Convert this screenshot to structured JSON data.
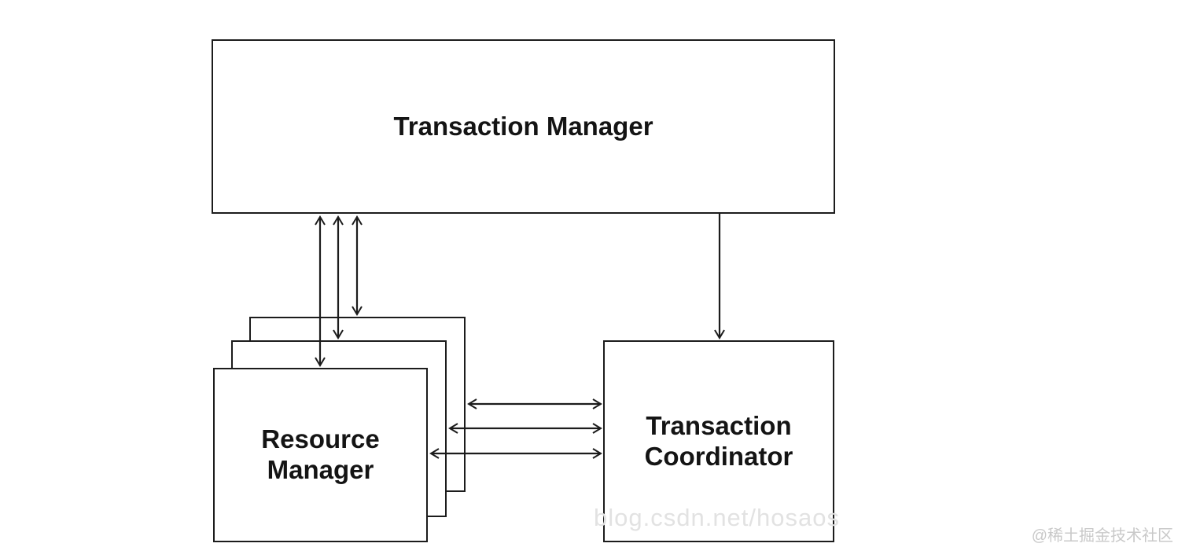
{
  "diagram": {
    "transaction_manager": {
      "label": "Transaction Manager"
    },
    "resource_manager": {
      "label": "Resource Manager",
      "stack_count": 3
    },
    "transaction_coordinator": {
      "label": "Transaction Coordinator"
    }
  },
  "watermarks": {
    "center": "blog.csdn.net/hosaos",
    "corner": "@稀土掘金技术社区"
  },
  "colors": {
    "background": "#ffffff",
    "line": "#1c1c1c",
    "box_fill": "#ffffff",
    "text": "#141414",
    "watermark_center": "#e2e2e2",
    "watermark_corner": "#c9c9c9"
  }
}
